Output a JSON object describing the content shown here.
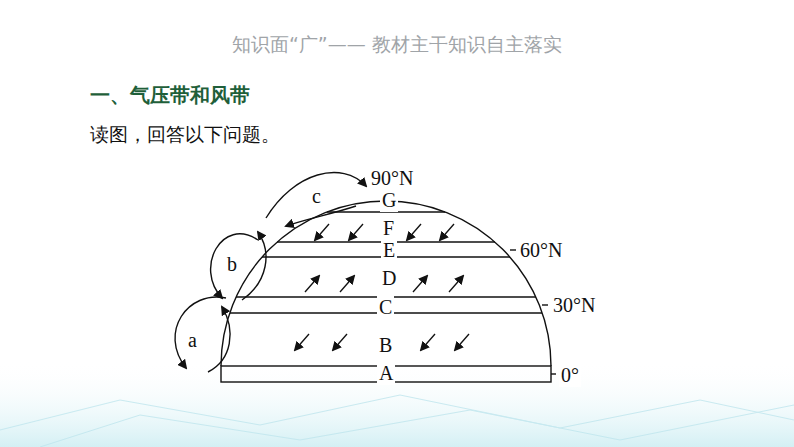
{
  "diagram": {
    "title": "一、气压带和风带",
    "labels": [
      "知识面“广”—— 教材主干知识自主落实",
      "读图，回答以下问题。",
      "90°N",
      "G",
      "F",
      "E",
      "60°N",
      "D",
      "c",
      "b",
      "C",
      "30°N",
      "B",
      "a",
      "A",
      "0°"
    ]
  }
}
